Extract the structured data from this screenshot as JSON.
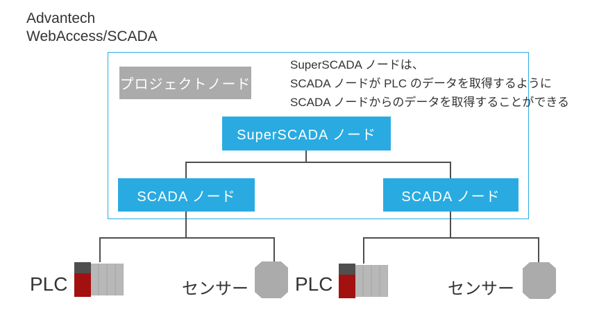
{
  "title": {
    "line1": "Advantech",
    "line2": "WebAccess/SCADA"
  },
  "diagram": {
    "project_node": "プロジェクトノード",
    "annotation": {
      "line1": "SuperSCADA ノードは、",
      "line2": "SCADA ノードが PLC のデータを取得するように",
      "line3": "SCADA ノードからのデータを取得することができる"
    },
    "superscada_node": "SuperSCADA ノード",
    "scada_node_left": "SCADA ノード",
    "scada_node_right": "SCADA ノード",
    "devices": {
      "plc_left": "PLC",
      "sensor_left": "センサー",
      "plc_right": "PLC",
      "sensor_right": "センサー"
    }
  },
  "colors": {
    "node_blue": "#29abe2",
    "frame_blue": "#29abe2",
    "node_gray": "#ababab",
    "connector_gray": "#4d4d4d",
    "plc_body_gray": "#b8b8b8",
    "plc_cpu_dark": "#4f4f4f",
    "plc_red": "#a31010",
    "sensor_gray": "#ababab",
    "text_dark": "#333333",
    "node_text_white": "#ffffff"
  }
}
